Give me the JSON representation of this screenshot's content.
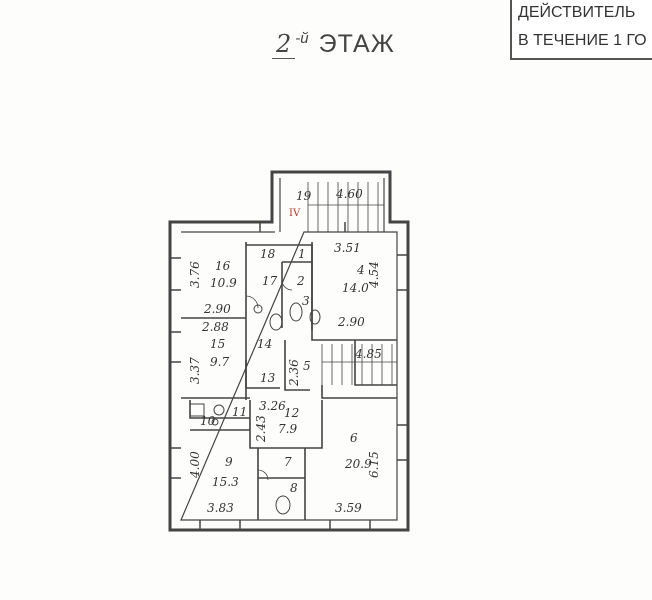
{
  "stamp": {
    "line1": "ДЕЙСТВИТЕЛЬ",
    "line2": "В ТЕЧЕНИЕ 1 ГО"
  },
  "title": {
    "floor_number": "2",
    "suffix": "-й",
    "label": "ЭТАЖ"
  },
  "rooms": [
    {
      "id": "room-1",
      "number": "1"
    },
    {
      "id": "room-2",
      "number": "2"
    },
    {
      "id": "room-3",
      "number": "3"
    },
    {
      "id": "room-4",
      "number": "4",
      "area": "14.0"
    },
    {
      "id": "room-5",
      "number": "5"
    },
    {
      "id": "room-6",
      "number": "6",
      "area": "20.9"
    },
    {
      "id": "room-7",
      "number": "7"
    },
    {
      "id": "room-8",
      "number": "8"
    },
    {
      "id": "room-9",
      "number": "9",
      "area": "15.3"
    },
    {
      "id": "room-10",
      "number": "10"
    },
    {
      "id": "room-11",
      "number": "11"
    },
    {
      "id": "room-12",
      "number": "12",
      "area": "7.9"
    },
    {
      "id": "room-13",
      "number": "13"
    },
    {
      "id": "room-14",
      "number": "14"
    },
    {
      "id": "room-15",
      "number": "15",
      "area": "9.7"
    },
    {
      "id": "room-16",
      "number": "16",
      "area": "10.9"
    },
    {
      "id": "room-17",
      "number": "17"
    },
    {
      "id": "room-18",
      "number": "18"
    },
    {
      "id": "room-19",
      "number": "19",
      "mark": "IV"
    }
  ],
  "dimensions": [
    "4.60",
    "3.51",
    "4.54",
    "2.90",
    "3.76",
    "2.90",
    "2.88",
    "3.37",
    "4.85",
    "2.36",
    "3.26",
    "2.43",
    "6.15",
    "4.00",
    "3.83",
    "3.59"
  ]
}
